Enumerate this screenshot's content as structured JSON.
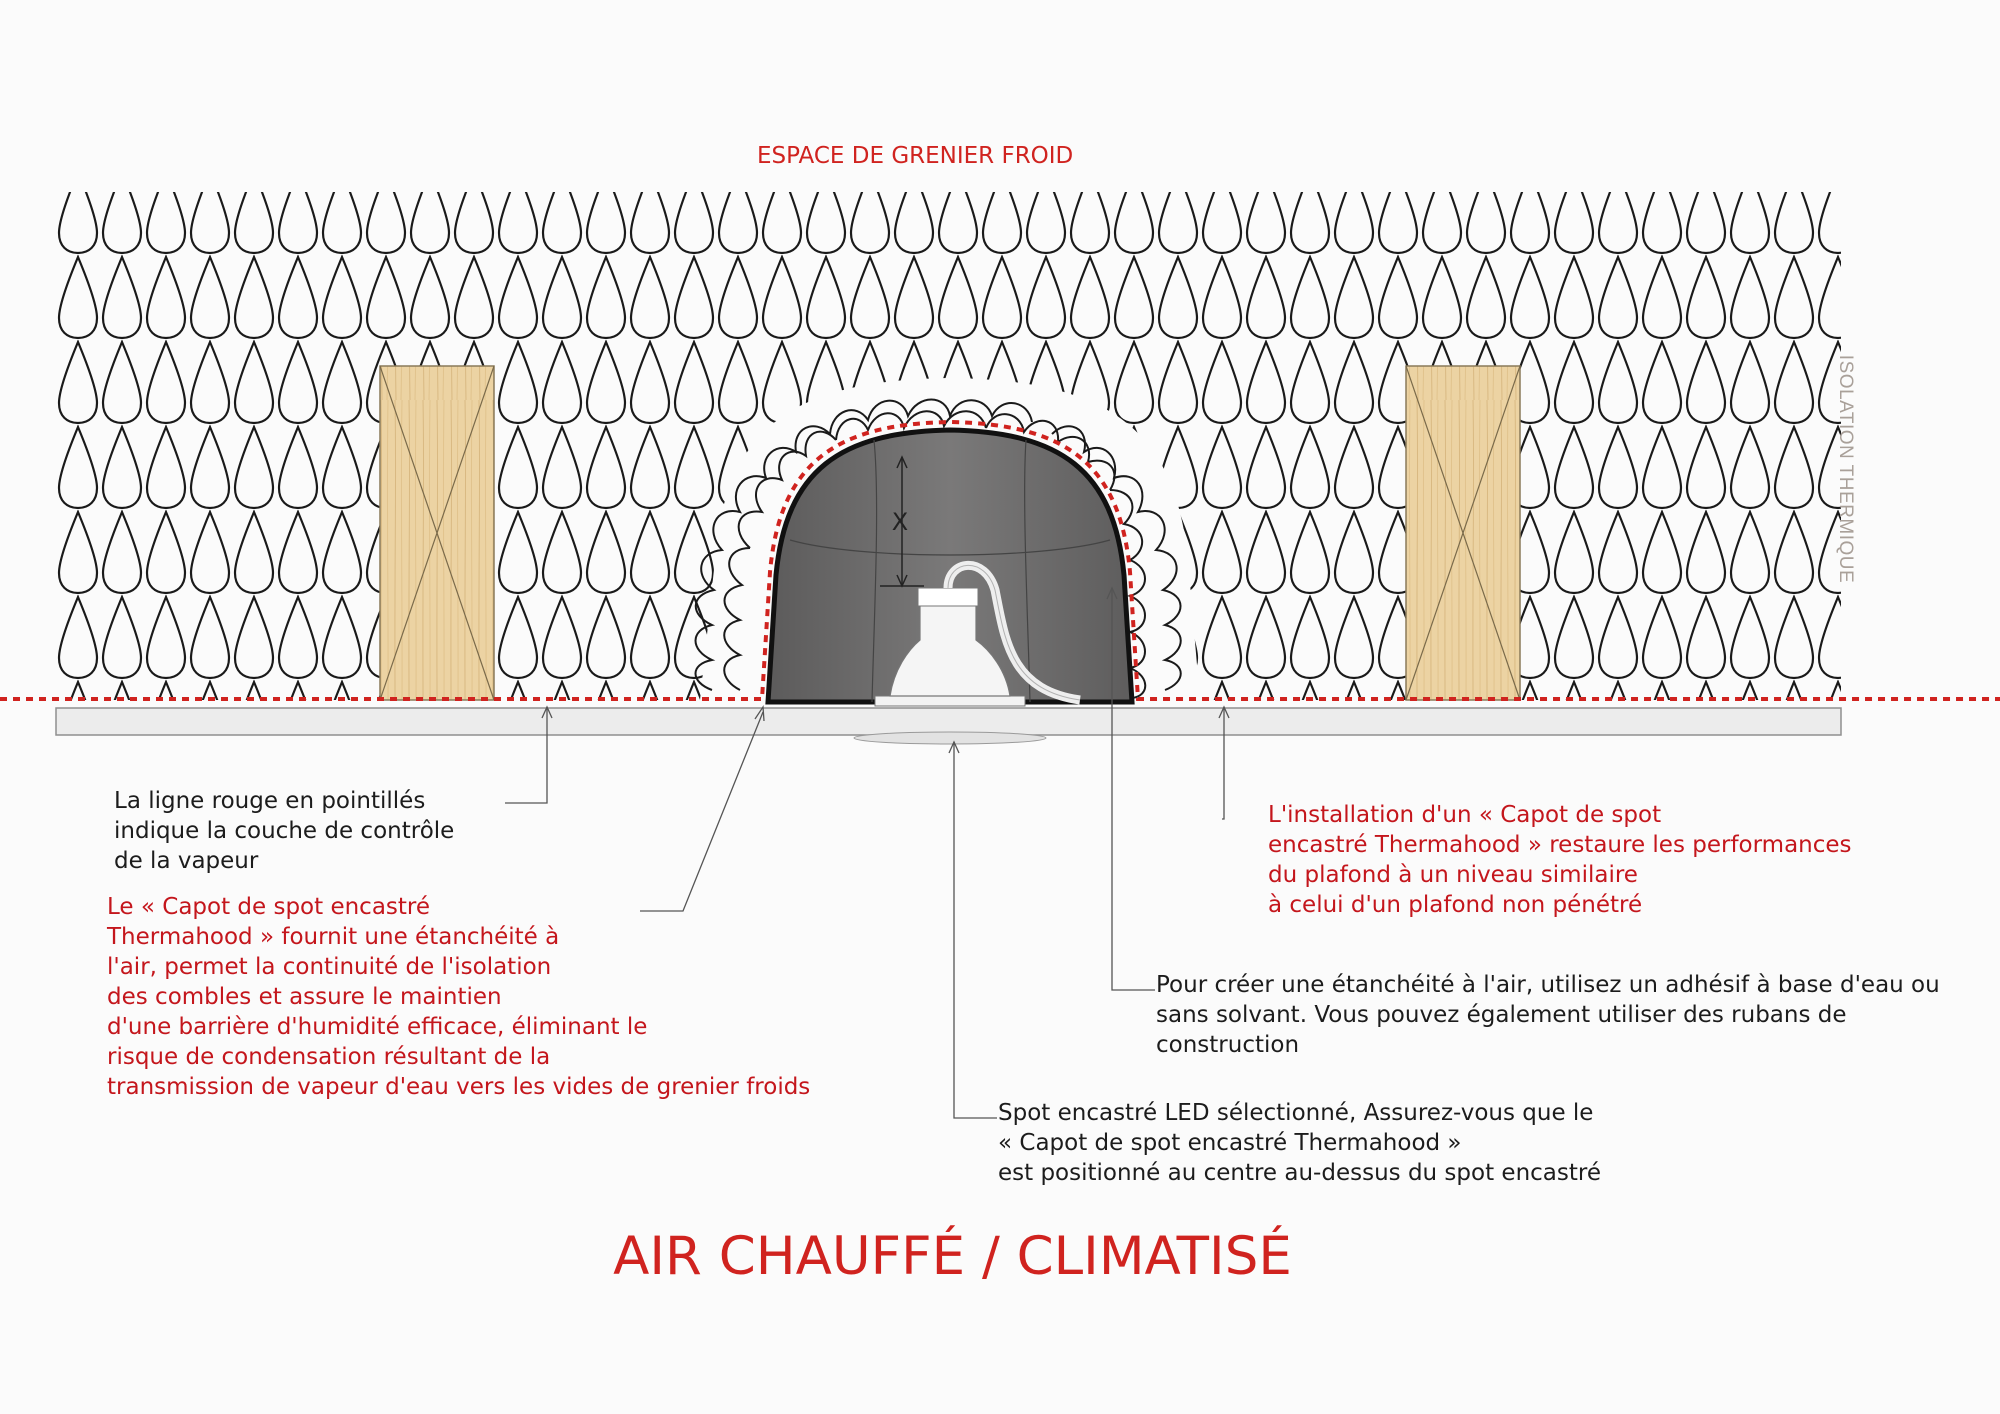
{
  "top_label": "ESPACE DE GRENIER FROID",
  "side_label": "ISOLATION THERMIQUE",
  "dimension_label": "X",
  "bottom_title": "AIR CHAUFFÉ / CLIMATISÉ",
  "callouts": {
    "vapour_line": [
      "La ligne rouge en pointillés",
      "indique la couche de contrôle",
      "de la vapeur"
    ],
    "hood_benefit": [
      "Le « Capot de spot encastré",
      "Thermahood » fournit une étanchéité à",
      "l'air, permet la continuité de l'isolation",
      "des combles et assure le maintien",
      "d'une barrière d'humidité efficace, éliminant le",
      "risque de condensation résultant de la",
      "transmission de vapeur d'eau vers les vides de grenier froids"
    ],
    "installation": [
      "L'installation d'un « Capot de spot",
      "encastré Thermahood » restaure les performances",
      "du plafond à un niveau similaire",
      "à celui d'un plafond non pénétré"
    ],
    "sealing": [
      "Pour créer une étanchéité à l'air, utilisez un adhésif à base d'eau ou",
      "sans solvant. Vous pouvez également utiliser des rubans de",
      "construction"
    ],
    "spot": [
      "Spot encastré LED sélectionné, Assurez-vous que le",
      "« Capot de spot encastré Thermahood »",
      "est positionné au centre au-dessus du spot encastré"
    ]
  },
  "colors": {
    "vapour_barrier": "#d0231f",
    "hood": "#6f6e6e",
    "timber": "#ecd3a3",
    "ceiling": "#ececec"
  }
}
